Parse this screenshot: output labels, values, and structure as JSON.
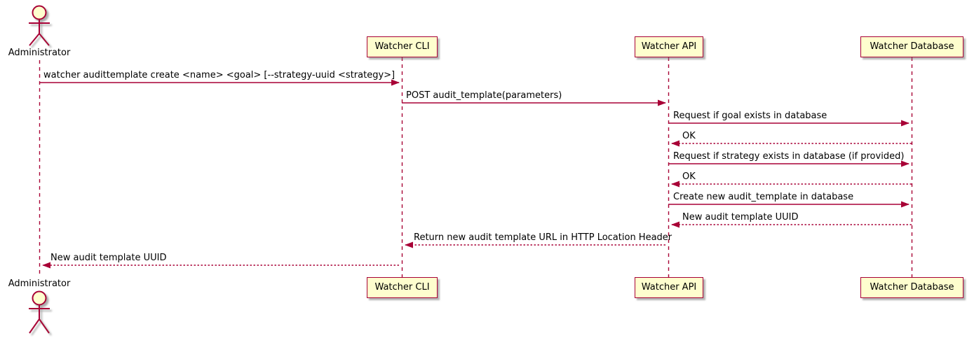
{
  "diagram": {
    "type": "sequence-diagram",
    "colors": {
      "participant_fill": "#FEFECE",
      "line_and_border": "#A80036",
      "text": "#000000",
      "background": "#FFFFFF"
    },
    "actor": {
      "name": "Administrator"
    },
    "participants": {
      "cli": {
        "label": "Watcher CLI"
      },
      "api": {
        "label": "Watcher API"
      },
      "db": {
        "label": "Watcher Database"
      }
    },
    "messages": [
      {
        "from": "Administrator",
        "to": "Watcher CLI",
        "style": "solid",
        "text": "watcher audittemplate create <name> <goal> [--strategy-uuid <strategy>]"
      },
      {
        "from": "Watcher CLI",
        "to": "Watcher API",
        "style": "solid",
        "text": "POST audit_template(parameters)"
      },
      {
        "from": "Watcher API",
        "to": "Watcher Database",
        "style": "solid",
        "text": "Request if goal exists in database"
      },
      {
        "from": "Watcher Database",
        "to": "Watcher API",
        "style": "dashed",
        "text": "OK"
      },
      {
        "from": "Watcher API",
        "to": "Watcher Database",
        "style": "solid",
        "text": "Request if strategy exists in database (if provided)"
      },
      {
        "from": "Watcher Database",
        "to": "Watcher API",
        "style": "dashed",
        "text": "OK"
      },
      {
        "from": "Watcher API",
        "to": "Watcher Database",
        "style": "solid",
        "text": "Create new audit_template in database"
      },
      {
        "from": "Watcher Database",
        "to": "Watcher API",
        "style": "dashed",
        "text": "New audit template UUID"
      },
      {
        "from": "Watcher API",
        "to": "Watcher CLI",
        "style": "dashed",
        "text": "Return new audit template URL in HTTP Location Header"
      },
      {
        "from": "Watcher CLI",
        "to": "Administrator",
        "style": "dashed",
        "text": "New audit template UUID"
      }
    ]
  }
}
